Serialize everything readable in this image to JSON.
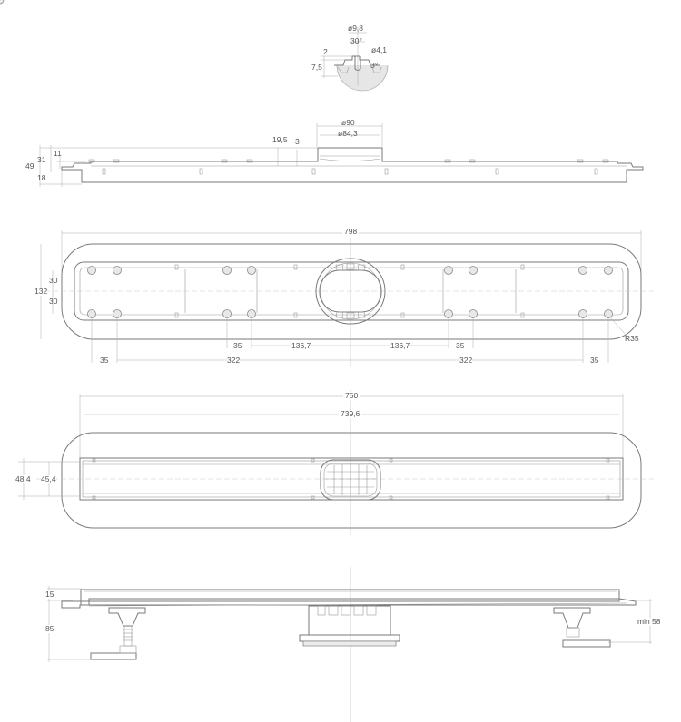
{
  "drawing": {
    "detail_view": {
      "labels": {
        "d_outer": "ø9,8",
        "angle": "30°",
        "d_inner": "ø4,1",
        "h_top": "2",
        "h_total": "7,5",
        "draft": "3°"
      }
    },
    "side_view_top": {
      "labels": {
        "h_total": "49",
        "h_upper": "31",
        "h_flange": "11",
        "h_lower": "18",
        "h_outlet": "19,5",
        "h_lip": "3",
        "d_outer": "ø90",
        "d_inner": "ø84,3"
      }
    },
    "plan_view_base": {
      "labels": {
        "length": "798",
        "width": "132",
        "offset_top": "30",
        "offset_bottom": "30",
        "radius": "R35",
        "row1": [
          "35",
          "136,7",
          "136,7",
          "35"
        ],
        "row2": [
          "35",
          "322",
          "322",
          "35"
        ]
      }
    },
    "plan_view_grate": {
      "labels": {
        "length_outer": "750",
        "length_inner": "739,6",
        "width_outer": "48,4",
        "width_inner": "45,4"
      }
    },
    "side_view_assembly": {
      "labels": {
        "h_grate": "15",
        "h_body": "85",
        "h_min": "min 58"
      }
    }
  }
}
